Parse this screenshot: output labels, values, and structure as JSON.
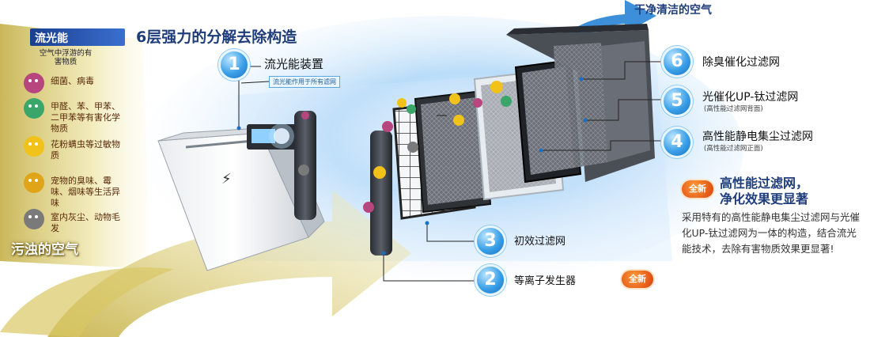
{
  "header": {
    "brand_label": "流光能",
    "title": "6层强力的分解去除构造"
  },
  "sidebar": {
    "heading": "空气中浮游的有害物质",
    "items": [
      {
        "label": "细菌、病毒",
        "icon": "virus-icon",
        "color": "#b8467e"
      },
      {
        "label": "甲醛、苯、甲苯、二甲苯等有害化学物质",
        "icon": "chemical-germ-icon",
        "color": "#3aa66a"
      },
      {
        "label": "花粉螨虫等过敏物质",
        "icon": "pollen-icon",
        "color": "#f1c21a"
      },
      {
        "label": "宠物的臭味、霉味、烟味等生活异味",
        "icon": "odor-germ-icon",
        "color": "#e0a418"
      },
      {
        "label": "室内灰尘、动物毛发",
        "icon": "dust-icon",
        "color": "#7a7a7a"
      }
    ],
    "dirty_air_label": "污浊的空气"
  },
  "clean_air_label": "干净清洁的空气",
  "layers": [
    {
      "number": "1",
      "label": "流光能装置",
      "note": "流光能作用于所有滤网"
    },
    {
      "number": "2",
      "label": "等离子发生器",
      "badge": "全新"
    },
    {
      "number": "3",
      "label": "初效过滤网"
    },
    {
      "number": "4",
      "label": "高性能静电集尘过滤网",
      "sub": "(高性能过滤网正面)"
    },
    {
      "number": "5",
      "label": "光催化UP-钛过滤网",
      "sub": "(高性能过滤网背面)"
    },
    {
      "number": "6",
      "label": "除臭催化过滤网"
    }
  ],
  "highlight": {
    "badge": "全新",
    "title_line1": "高性能过滤网，",
    "title_line2": "净化效果更显著",
    "description": "采用特有的高性能静电集尘过滤网与光催化UP-钛过滤网为一体的构造，结合流光能技术，去除有害物质效果更显著!"
  },
  "colors": {
    "accent_blue": "#1a6fc0",
    "title_blue": "#1e3d7a",
    "dirty_air": "#c9b341",
    "badge_orange": "#d8400a"
  }
}
